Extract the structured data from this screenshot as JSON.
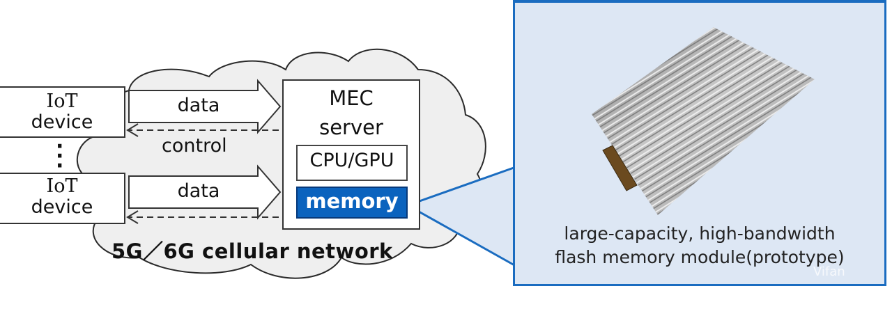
{
  "diagram": {
    "iot_devices": [
      {
        "line1": "IoT",
        "line2": "device"
      },
      {
        "line1": "IoT",
        "line2": "device"
      }
    ],
    "ellipsis": "⋮",
    "arrows": {
      "data_top": "data",
      "control": "control",
      "data_bottom": "data"
    },
    "mec_server": {
      "title_line1": "MEC",
      "title_line2": "server",
      "cpu_label": "CPU/GPU",
      "memory_label": "memory"
    },
    "network_label": "5G／6G cellular network",
    "callout": {
      "caption_line1": "large-capacity, high-bandwidth",
      "caption_line2": "flash memory module(prototype)",
      "image_subject": "flash-memory-module-photo"
    },
    "watermark": "Vifan",
    "colors": {
      "memory_fill": "#0b63be",
      "callout_border": "#1a6cc0",
      "callout_background": "#dde7f4",
      "cloud_fill": "#efefef",
      "outline": "#333333"
    }
  }
}
